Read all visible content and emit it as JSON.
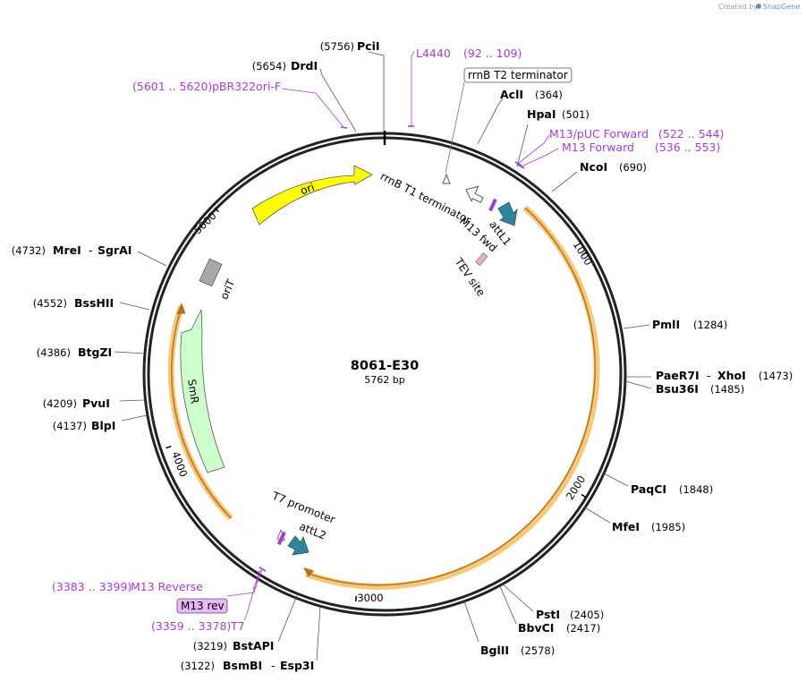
{
  "credit": {
    "prefix": "Created by",
    "brand": "SnapGene"
  },
  "plasmid": {
    "name": "8061-E30",
    "size_label": "5762 bp"
  },
  "tick_labels": [
    "1000",
    "2000",
    "3000",
    "4000",
    "5000"
  ],
  "features": {
    "ori": "ori",
    "oriT": "oriT",
    "smr": "SmR",
    "rrnb_t1": "rrnB T1 terminator",
    "rrnb_t2": "rrnB T2 terminator",
    "attl1": "attL1",
    "attl2": "attL2",
    "m13fwd": "M13 fwd",
    "tev": "TEV site",
    "t7prom": "T7 promoter",
    "m13rev": "M13 rev"
  },
  "sites": {
    "pcii": {
      "name": "PciI",
      "pos": "(5756)"
    },
    "drdi": {
      "name": "DrdI",
      "pos": "(5654)"
    },
    "acli": {
      "name": "AclI",
      "pos": "(364)"
    },
    "hpai": {
      "name": "HpaI",
      "pos": "(501)"
    },
    "ncoi": {
      "name": "NcoI",
      "pos": "(690)"
    },
    "pmli": {
      "name": "PmlI",
      "pos": "(1284)"
    },
    "paer7i": {
      "name": "PaeR7I",
      "sep": "-",
      "name2": "XhoI",
      "pos": "(1473)"
    },
    "bsu36i": {
      "name": "Bsu36I",
      "pos": "(1485)"
    },
    "paqci": {
      "name": "PaqCI",
      "pos": "(1848)"
    },
    "mfei": {
      "name": "MfeI",
      "pos": "(1985)"
    },
    "psti": {
      "name": "PstI",
      "pos": "(2405)"
    },
    "bbvci": {
      "name": "BbvCI",
      "pos": "(2417)"
    },
    "bglii": {
      "name": "BglII",
      "pos": "(2578)"
    },
    "bstapi": {
      "name": "BstAPI",
      "pos": "(3219)"
    },
    "bsmbi": {
      "name": "BsmBI",
      "sep": "-",
      "name2": "Esp3I",
      "pos": "(3122)"
    },
    "blpi": {
      "name": "BlpI",
      "pos": "(4137)"
    },
    "pvui": {
      "name": "PvuI",
      "pos": "(4209)"
    },
    "btgzi": {
      "name": "BtgZI",
      "pos": "(4386)"
    },
    "bsshii": {
      "name": "BssHII",
      "pos": "(4552)"
    },
    "mrei": {
      "name": "MreI",
      "sep": "-",
      "name2": "SgrAI",
      "pos": "(4732)"
    }
  },
  "primers": {
    "l4440": {
      "name": "L4440",
      "range": "(92 .. 109)"
    },
    "pbr322": {
      "name": "pBR322ori-F",
      "range": "(5601 .. 5620)"
    },
    "m13puc": {
      "name": "M13/pUC Forward",
      "range": "(522 .. 544)"
    },
    "m13f": {
      "name": "M13 Forward",
      "range": "(536 .. 553)"
    },
    "m13r": {
      "name": "M13 Reverse",
      "range": "(3383 .. 3399)"
    },
    "t7": {
      "name": "T7",
      "range": "(3359 .. 3378)"
    }
  },
  "colors": {
    "ori": "#ffff00",
    "smr": "#ccffcc",
    "attl": "#31849b",
    "orf_glow": "#f5c97a",
    "orf_arrow": "#b7711e",
    "primer": "#a23fd1",
    "orit": "#a8a8a8"
  }
}
